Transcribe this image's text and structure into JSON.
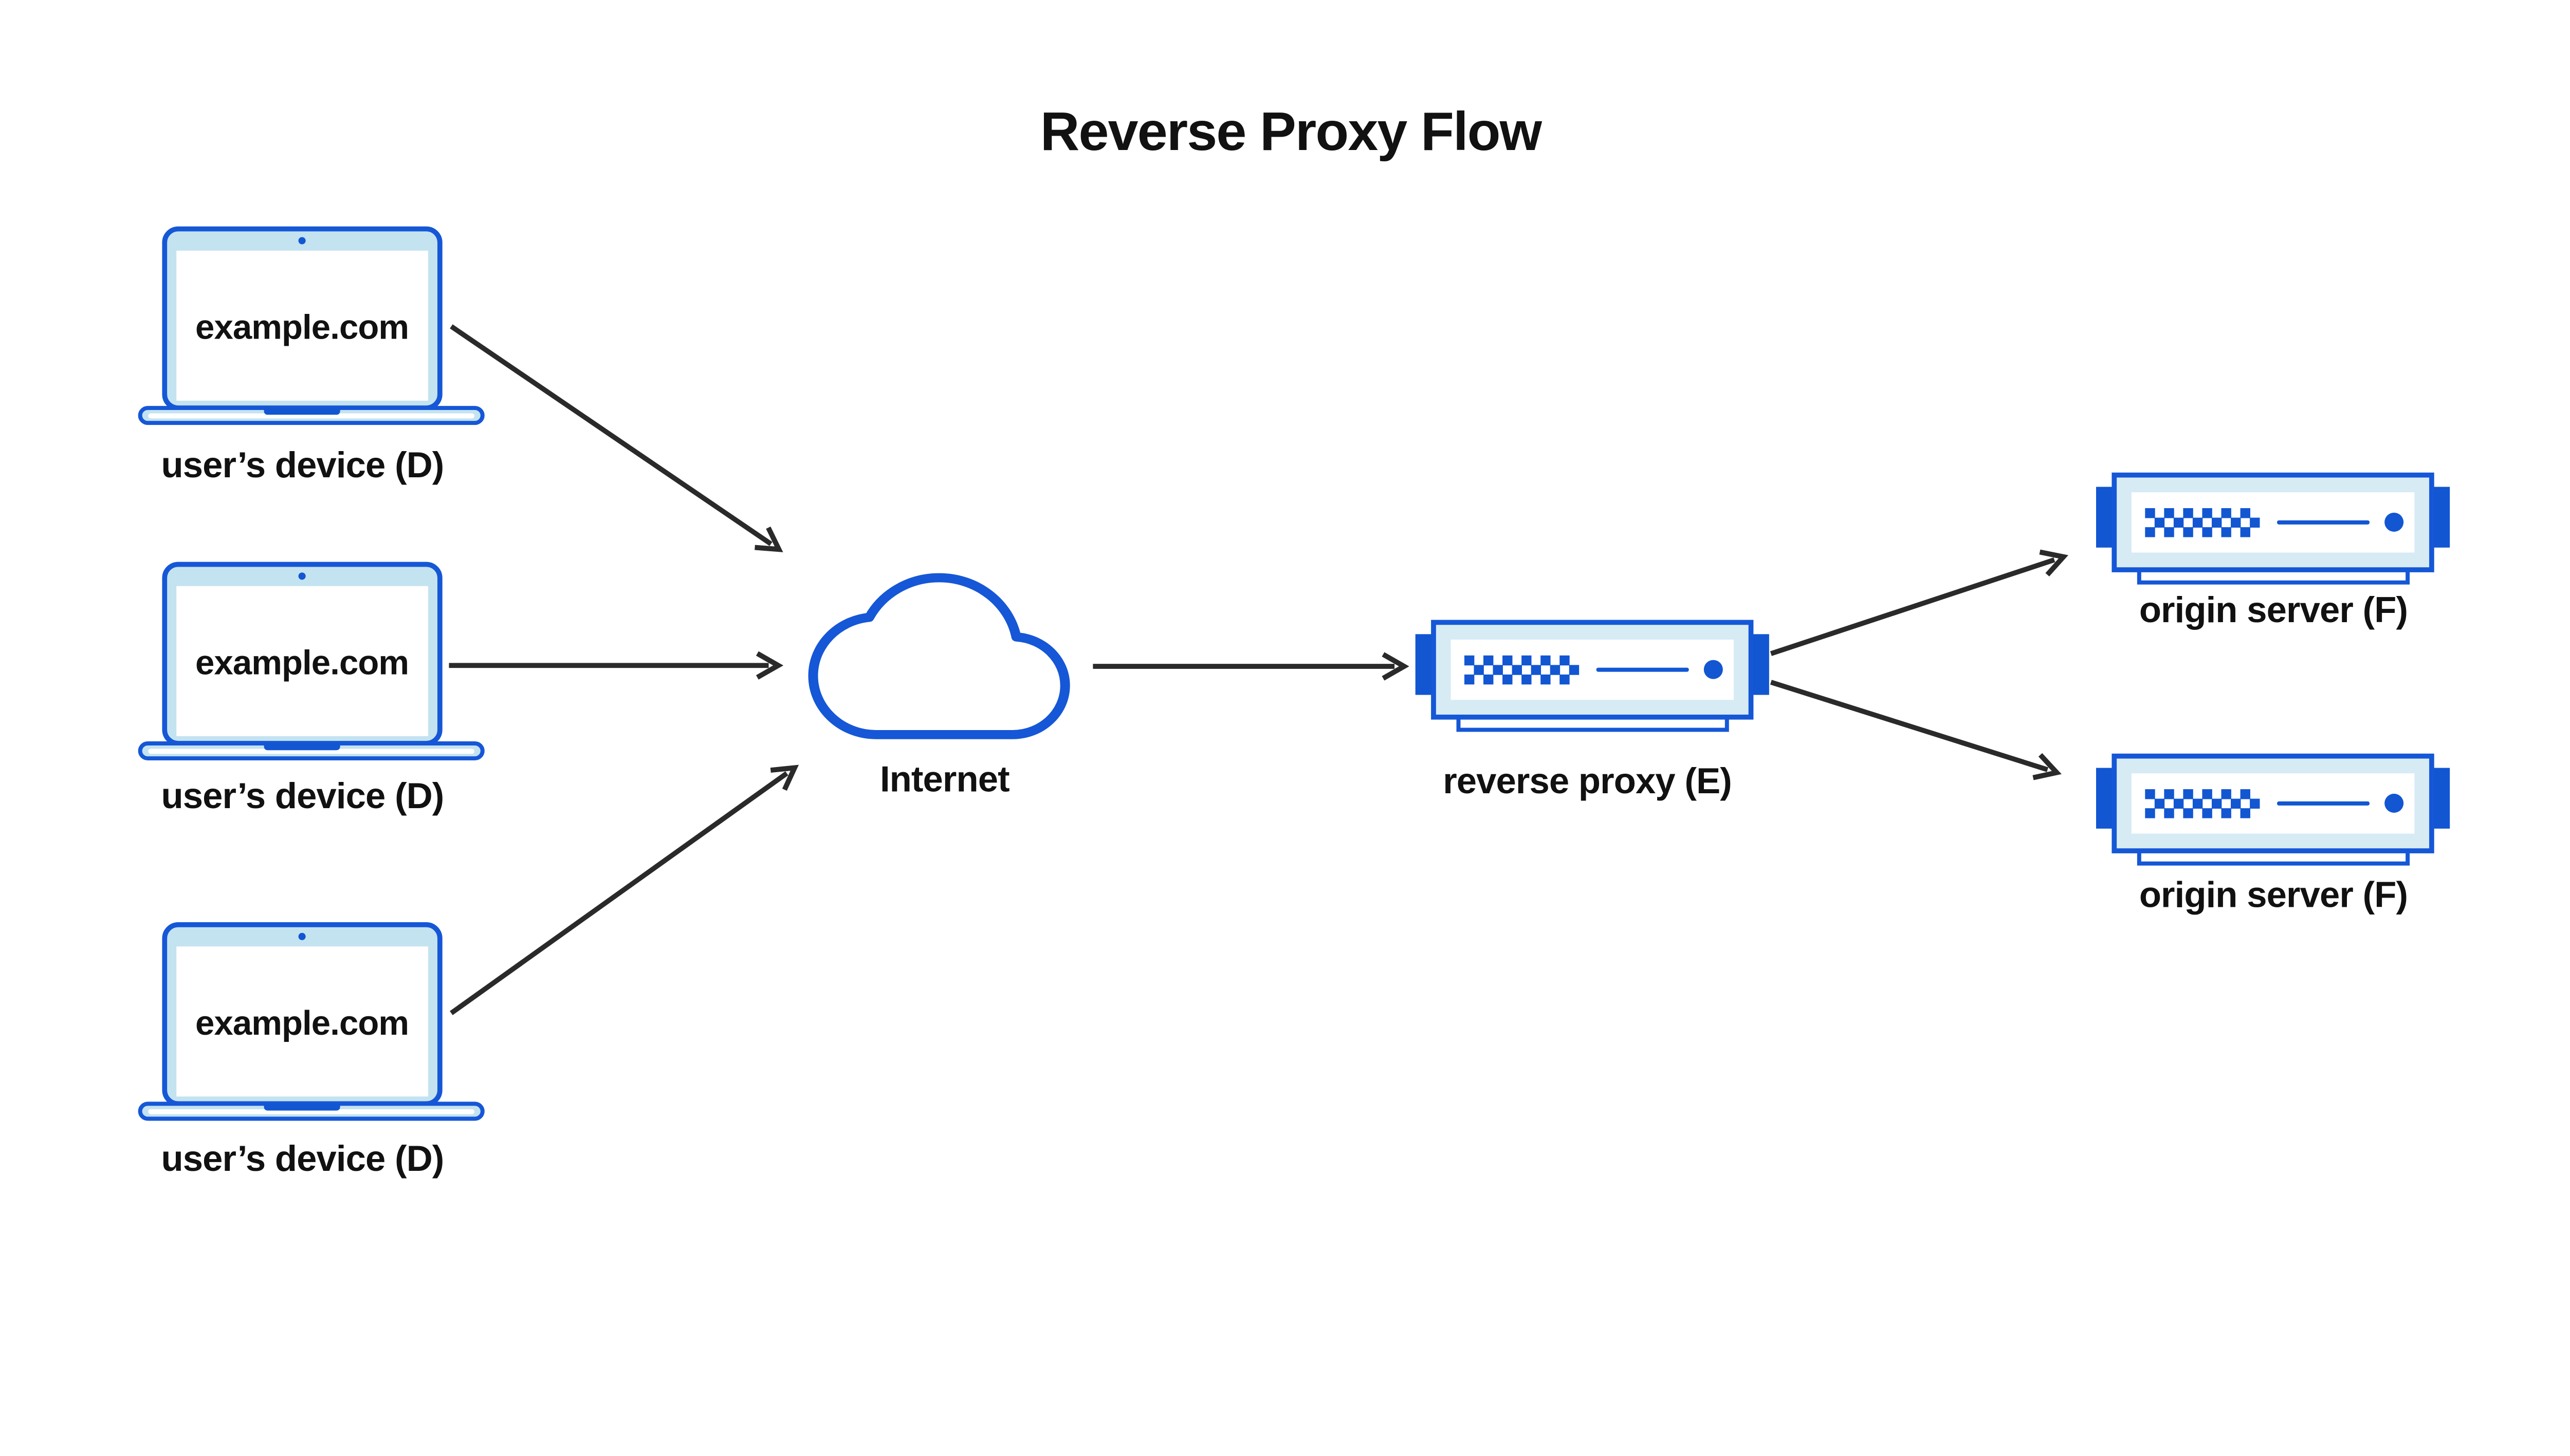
{
  "title": "Reverse Proxy Flow",
  "nodes": {
    "devices": [
      {
        "screen_text": "example.com",
        "label": "user’s device (D)"
      },
      {
        "screen_text": "example.com",
        "label": "user’s device (D)"
      },
      {
        "screen_text": "example.com",
        "label": "user’s device (D)"
      }
    ],
    "internet": {
      "label": "Internet"
    },
    "reverse_proxy": {
      "label": "reverse proxy (E)"
    },
    "origin_servers": [
      {
        "label": "origin server (F)"
      },
      {
        "label": "origin server (F)"
      }
    ]
  },
  "edges": [
    {
      "from": "user-device-1",
      "to": "internet"
    },
    {
      "from": "user-device-2",
      "to": "internet"
    },
    {
      "from": "user-device-3",
      "to": "internet"
    },
    {
      "from": "internet",
      "to": "reverse-proxy"
    },
    {
      "from": "reverse-proxy",
      "to": "origin-server-1"
    },
    {
      "from": "reverse-proxy",
      "to": "origin-server-2"
    }
  ],
  "colors": {
    "stroke_blue": "#1557d6",
    "accent_blue": "#1256d2",
    "laptop_fill": "#c4e3f1",
    "server_fill": "#d6ebf4",
    "arrow": "#2a2a2a",
    "text": "#111111",
    "background": "#ffffff"
  }
}
